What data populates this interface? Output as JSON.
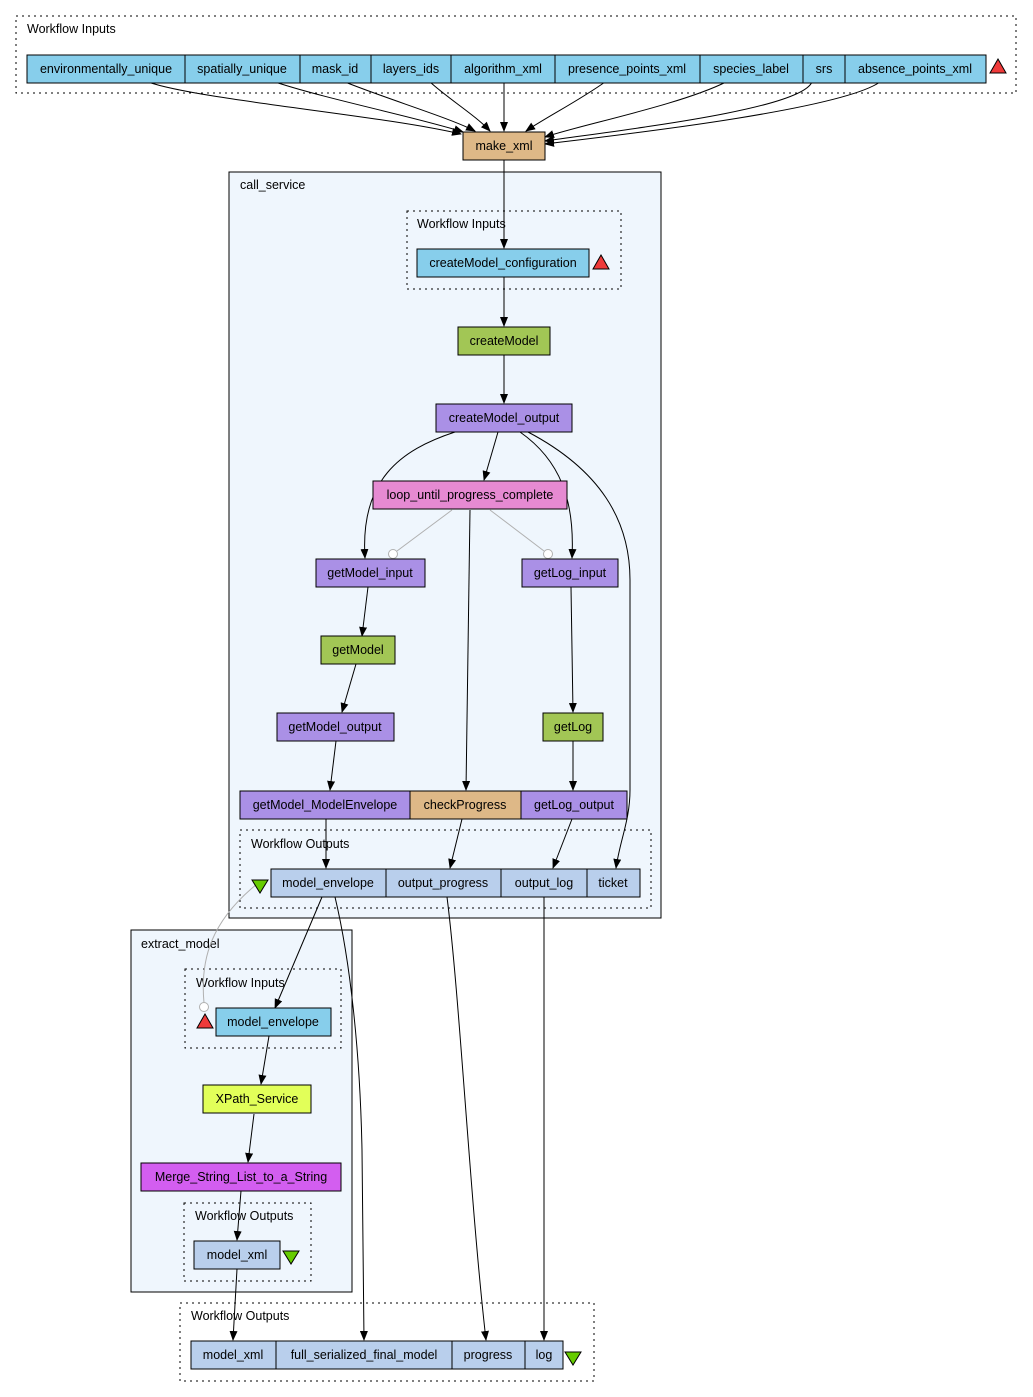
{
  "colors": {
    "input_port": "#87ceeb",
    "output_port": "#b9cfec",
    "local_worker": "#deb887",
    "wsdl_service": "#a2c655",
    "xml_splitter": "#aa90e6",
    "beanshell": "#e68ad2",
    "xpath": "#e2ff59",
    "merge": "#d35ef0",
    "nested_bg": "#eff6fd",
    "input_marker": "#ef3a3a",
    "output_marker": "#66cc00"
  },
  "clusters": {
    "top_inputs": "Workflow Inputs",
    "call_service": "call_service",
    "call_service_inputs": "Workflow Inputs",
    "call_service_outputs": "Workflow Outputs",
    "extract_model": "extract_model",
    "extract_model_inputs": "Workflow Inputs",
    "extract_model_outputs": "Workflow Outputs",
    "bottom_outputs": "Workflow Outputs"
  },
  "nodes": {
    "environmentally_unique": "environmentally_unique",
    "spatially_unique": "spatially_unique",
    "mask_id": "mask_id",
    "layers_ids": "layers_ids",
    "algorithm_xml": "algorithm_xml",
    "presence_points_xml": "presence_points_xml",
    "species_label": "species_label",
    "srs": "srs",
    "absence_points_xml": "absence_points_xml",
    "make_xml": "make_xml",
    "createModel_configuration": "createModel_configuration",
    "createModel": "createModel",
    "createModel_output": "createModel_output",
    "loop_until_progress_complete": "loop_until_progress_complete",
    "getModel_input": "getModel_input",
    "getLog_input": "getLog_input",
    "getModel": "getModel",
    "getModel_output": "getModel_output",
    "getLog": "getLog",
    "getModel_ModelEnvelope": "getModel_ModelEnvelope",
    "checkProgress": "checkProgress",
    "getLog_output": "getLog_output",
    "out_model_envelope": "model_envelope",
    "output_progress": "output_progress",
    "output_log": "output_log",
    "ticket": "ticket",
    "in_model_envelope": "model_envelope",
    "XPath_Service": "XPath_Service",
    "Merge_String_List_to_a_String": "Merge_String_List_to_a_String",
    "inner_model_xml": "model_xml",
    "model_xml": "model_xml",
    "full_serialized_final_model": "full_serialized_final_model",
    "progress": "progress",
    "log": "log"
  }
}
